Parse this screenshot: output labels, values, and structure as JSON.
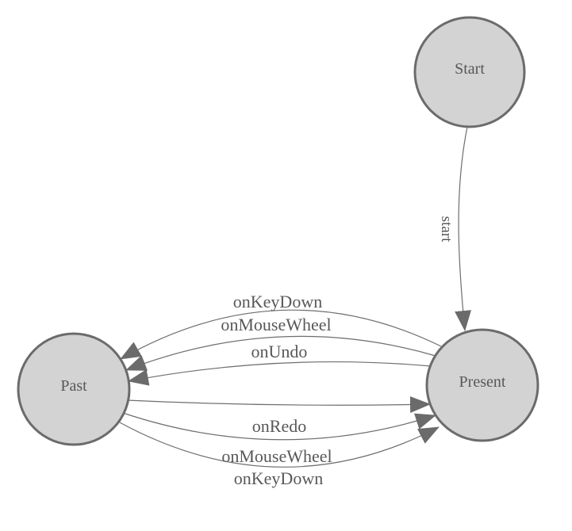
{
  "diagram": {
    "type": "state-machine",
    "background": "#ffffff",
    "colors": {
      "node_fill": "#d3d3d3",
      "node_stroke": "#6b6b6b",
      "edge_stroke": "#6e6e6e",
      "arrow_fill": "#6b6b6b",
      "text": "#58585b"
    },
    "nodes": [
      {
        "id": "start",
        "label": "Start"
      },
      {
        "id": "present",
        "label": "Present"
      },
      {
        "id": "past",
        "label": "Past"
      }
    ],
    "edges": [
      {
        "from": "Start",
        "to": "Present",
        "label": "start"
      },
      {
        "from": "Present",
        "to": "Past",
        "label": "onKeyDown"
      },
      {
        "from": "Present",
        "to": "Past",
        "label": "onMouseWheel"
      },
      {
        "from": "Present",
        "to": "Past",
        "label": "onUndo"
      },
      {
        "from": "Past",
        "to": "Present",
        "label": "onRedo"
      },
      {
        "from": "Past",
        "to": "Present",
        "label": "onMouseWheel"
      },
      {
        "from": "Past",
        "to": "Present",
        "label": "onKeyDown"
      }
    ]
  }
}
